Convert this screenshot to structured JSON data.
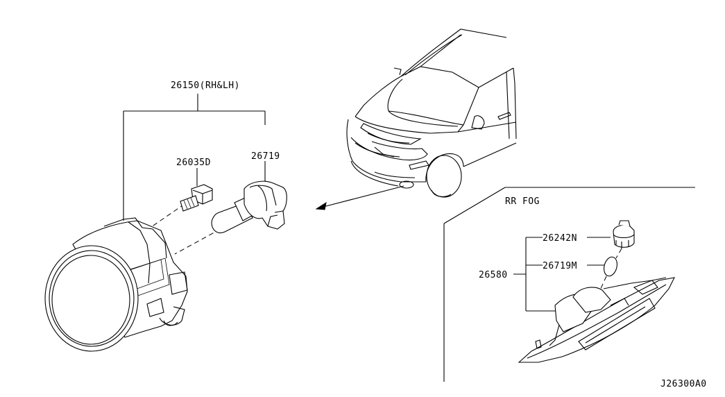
{
  "labels": {
    "main_assembly": "26150(RH&LH)",
    "bolt": "26035D",
    "bulb": "26719",
    "section_title": "RR FOG",
    "socket": "26242N",
    "rear_bulb": "26719M",
    "rear_lamp": "26580",
    "diagram_code": "J26300A0"
  }
}
